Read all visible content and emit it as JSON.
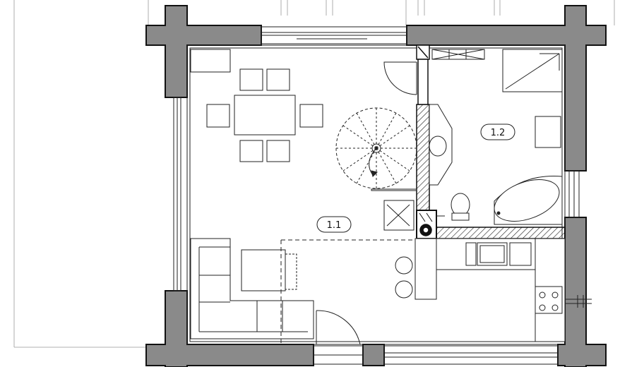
{
  "plan": {
    "rooms": [
      {
        "id": "living",
        "label": "1.1"
      },
      {
        "id": "bath",
        "label": "1.2"
      }
    ]
  },
  "colors": {
    "wall_fill": "#8a8a8a",
    "line": "#222222",
    "background": "#ffffff"
  }
}
